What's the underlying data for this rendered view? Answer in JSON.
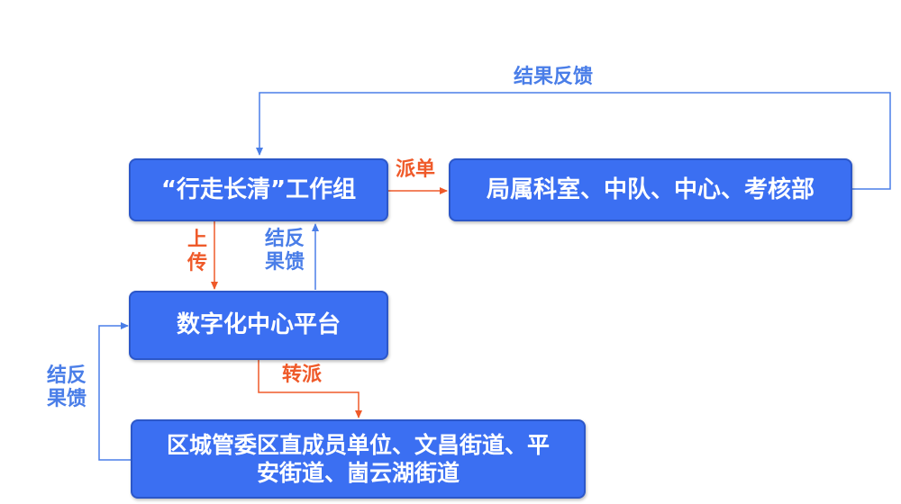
{
  "colors": {
    "node_fill": "#3b6ff2",
    "node_text": "#ffffff",
    "edge_blue": "#4a7ee8",
    "edge_orange": "#ef5a2a"
  },
  "nodes": {
    "work_group": "“行走长清”工作组",
    "departments": "局属科室、中队、中心、考核部",
    "digital_platform": "数字化中心平台",
    "streets": "区城管委区直成员单位、文昌街道、平安街道、崮云湖街道"
  },
  "edges": {
    "top_feedback": "结果反馈",
    "dispatch": "派单",
    "upload": "上传",
    "platform_feedback": "结反果馈",
    "transfer": "转派",
    "left_feedback": "结反果馈"
  }
}
